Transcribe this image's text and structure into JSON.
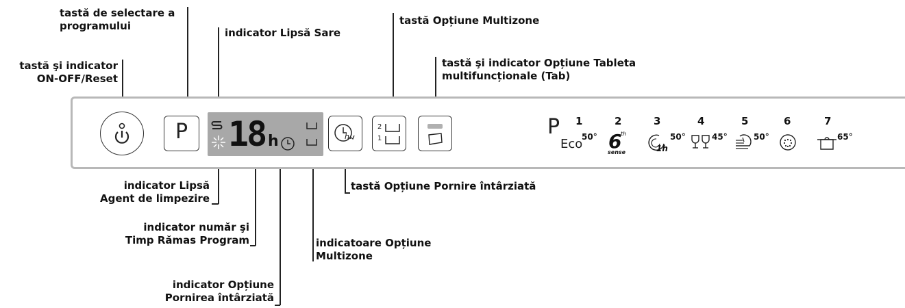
{
  "labels": {
    "program_key": [
      "tastă de selectare a",
      "programului"
    ],
    "on_off": [
      "tastă şi indicator",
      "ON-OFF/Reset"
    ],
    "salt": "indicator Lipsă Sare",
    "multizone_key": "tastă Opțiune Multizone",
    "tab": [
      "tastă şi indicator Opțiune Tableta",
      "multifuncționale (Tab)"
    ],
    "rinse": [
      "indicator Lipsă",
      "Agent de limpezire"
    ],
    "number_time": [
      "indicator număr şi",
      "Timp Rămas Program"
    ],
    "delay_key": "tastă Opțiune Pornire întârziată",
    "multizone_ind": [
      "indicatoare Opțiune",
      "Multizone"
    ],
    "delay_ind": [
      "indicator Opțiune",
      "Pornirea întârziată"
    ]
  },
  "panel": {
    "program_key_letter": "P",
    "display_digits": "18",
    "display_unit": "h",
    "delay_text": "h.",
    "zone_upper": "2",
    "zone_lower": "1"
  },
  "programs": {
    "prefix": "P",
    "items": [
      {
        "num": "1",
        "label": "Eco",
        "temp": "50°",
        "icon": "eco-text"
      },
      {
        "num": "2",
        "label": "6",
        "temp": "",
        "icon": "6th-sense-icon",
        "sup": "th",
        "sub": "sense"
      },
      {
        "num": "3",
        "label": "1h",
        "temp": "50°",
        "icon": "one-hour-icon"
      },
      {
        "num": "4",
        "label": "",
        "temp": "45°",
        "icon": "glasses-icon"
      },
      {
        "num": "5",
        "label": "",
        "temp": "50°",
        "icon": "plates-icon"
      },
      {
        "num": "6",
        "label": "",
        "temp": "",
        "icon": "prewash-icon"
      },
      {
        "num": "7",
        "label": "",
        "temp": "65°",
        "icon": "pot-icon"
      }
    ]
  }
}
